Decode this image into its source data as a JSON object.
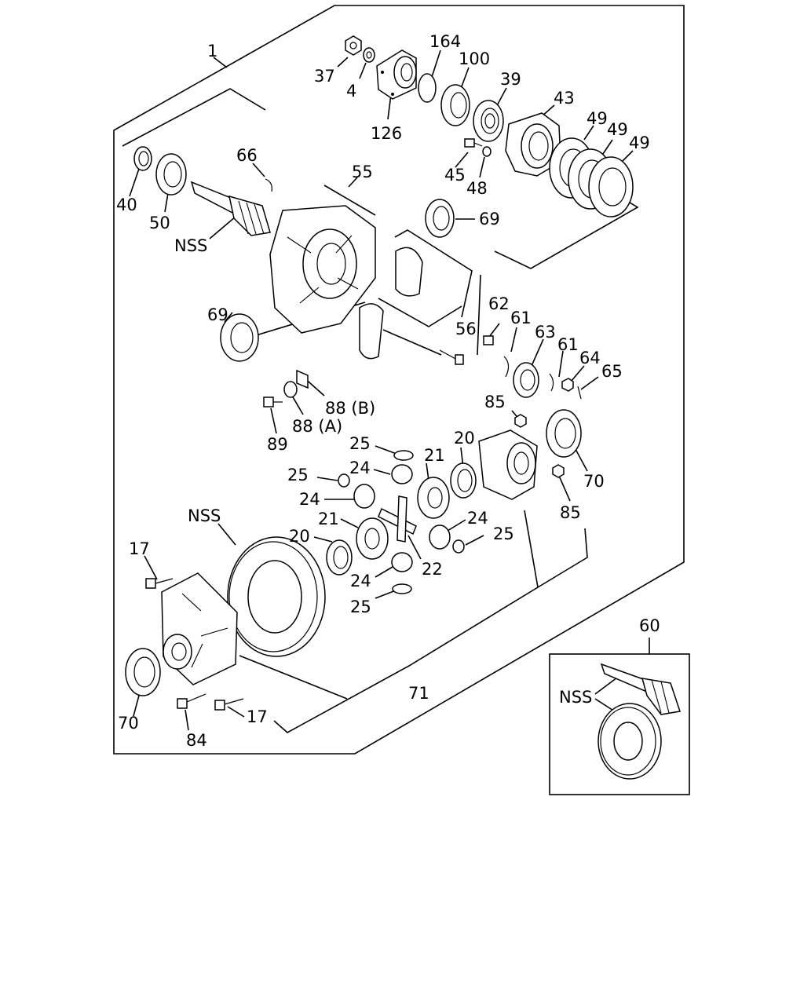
{
  "labels": {
    "p1": "1",
    "p4": "4",
    "p17a": "17",
    "p17b": "17",
    "p20a": "20",
    "p20b": "20",
    "p21a": "21",
    "p21b": "21",
    "p22": "22",
    "p24a": "24",
    "p24b": "24",
    "p24c": "24",
    "p24d": "24",
    "p25a": "25",
    "p25b": "25",
    "p25c": "25",
    "p25d": "25",
    "p37": "37",
    "p39": "39",
    "p40": "40",
    "p43": "43",
    "p45": "45",
    "p48": "48",
    "p49a": "49",
    "p49b": "49",
    "p49c": "49",
    "p50": "50",
    "p55": "55",
    "p56": "56",
    "p60": "60",
    "p61a": "61",
    "p61b": "61",
    "p62": "62",
    "p63": "63",
    "p64": "64",
    "p65": "65",
    "p66": "66",
    "p69a": "69",
    "p69b": "69",
    "p70a": "70",
    "p70b": "70",
    "p71": "71",
    "p84": "84",
    "p85a": "85",
    "p85b": "85",
    "p88a": "88 (A)",
    "p88b": "88 (B)",
    "p89": "89",
    "p100": "100",
    "p126": "126",
    "p164": "164",
    "nss1": "NSS",
    "nss2": "NSS",
    "nss3": "NSS"
  }
}
